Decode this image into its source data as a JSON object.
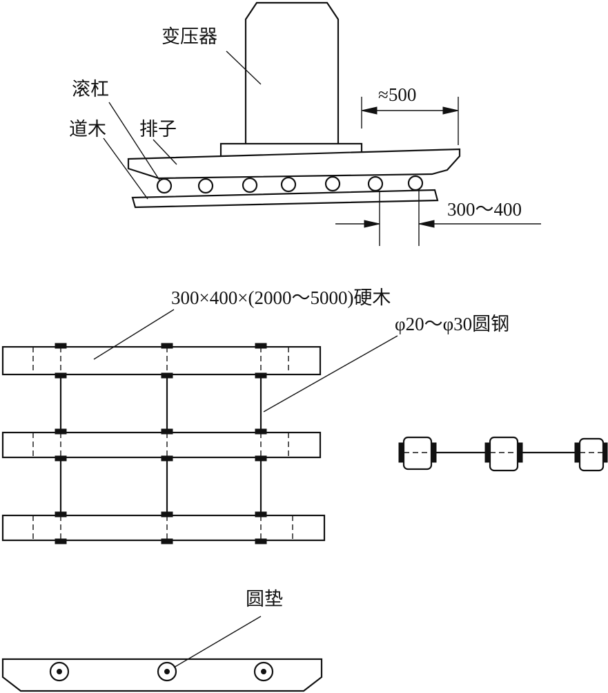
{
  "labels": {
    "transformer": "变压器",
    "roller": "滚杠",
    "sleeper": "道木",
    "sledge": "排子",
    "approx_500": "≈500",
    "range_300_400": "300～400",
    "hardwood": "300×400×(2000～5000)硬木",
    "round_steel": "φ20～φ30圆钢",
    "round_pad": "圆垫"
  }
}
